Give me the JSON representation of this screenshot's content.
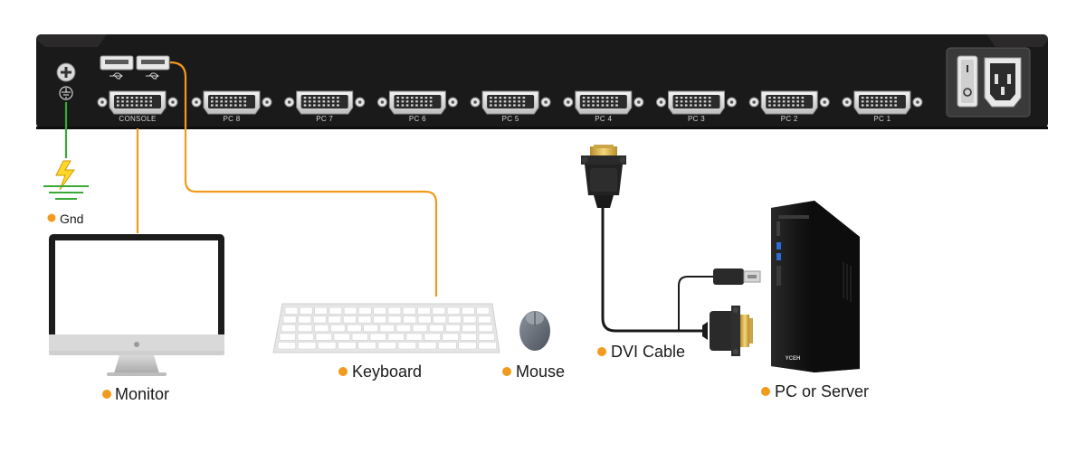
{
  "title": "KVM switch connection diagram",
  "colors": {
    "accent": "#f29a1e",
    "cable_orange": "#f29a1e",
    "ground_green": "#3aa935",
    "panel": "#1b1a1a"
  },
  "panel": {
    "console_label": "CONSOLE",
    "ports": [
      "PC 8",
      "PC 7",
      "PC 6",
      "PC 5",
      "PC 4",
      "PC 3",
      "PC 2",
      "PC 1"
    ]
  },
  "labels": {
    "gnd": "Gnd",
    "monitor": "Monitor",
    "keyboard": "Keyboard",
    "mouse": "Mouse",
    "dvi_cable": "DVI Cable",
    "pc_server": "PC or Server"
  },
  "pc_brand": "YCEH",
  "icons": [
    "ground-screw-icon",
    "ground-symbol-icon",
    "usb-icon",
    "power-switch-icon",
    "power-inlet-icon",
    "lightning-icon"
  ]
}
